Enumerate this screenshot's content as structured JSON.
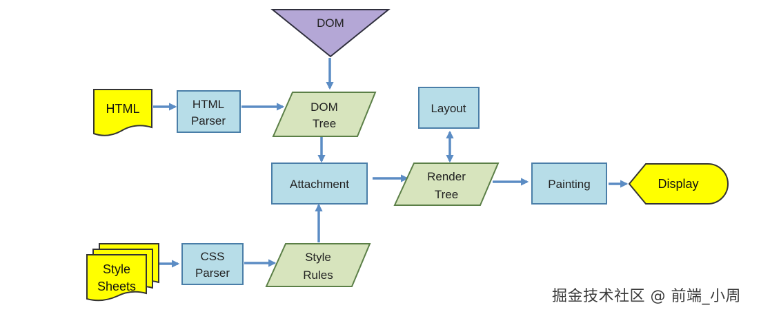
{
  "nodes": {
    "dom": {
      "label": "DOM"
    },
    "html": {
      "label": "HTML"
    },
    "html_parser": {
      "lines": [
        "HTML",
        "Parser"
      ]
    },
    "dom_tree": {
      "lines": [
        "DOM",
        "Tree"
      ]
    },
    "layout": {
      "label": "Layout"
    },
    "attachment": {
      "label": "Attachment"
    },
    "render_tree": {
      "lines": [
        "Render",
        "Tree"
      ]
    },
    "painting": {
      "label": "Painting"
    },
    "display": {
      "label": "Display"
    },
    "style_sheets": {
      "lines": [
        "Style",
        "Sheets"
      ]
    },
    "css_parser": {
      "lines": [
        "CSS",
        "Parser"
      ]
    },
    "style_rules": {
      "lines": [
        "Style",
        "Rules"
      ]
    }
  },
  "edges": [
    {
      "from": "html",
      "to": "html_parser"
    },
    {
      "from": "html_parser",
      "to": "dom_tree"
    },
    {
      "from": "dom",
      "to": "dom_tree"
    },
    {
      "from": "dom_tree",
      "to": "attachment"
    },
    {
      "from": "attachment",
      "to": "render_tree"
    },
    {
      "from": "render_tree",
      "to": "layout",
      "bidirectional": true
    },
    {
      "from": "render_tree",
      "to": "painting"
    },
    {
      "from": "painting",
      "to": "display"
    },
    {
      "from": "style_sheets",
      "to": "css_parser"
    },
    {
      "from": "css_parser",
      "to": "style_rules"
    },
    {
      "from": "style_rules",
      "to": "attachment"
    }
  ],
  "colors": {
    "process_fill": "#b7dde8",
    "process_stroke": "#4a7ea8",
    "data_fill": "#d7e4bd",
    "data_stroke": "#5b7f47",
    "document_fill": "#ffff00",
    "dom_fill": "#b4a7d6",
    "arrow": "#5b8cc4"
  },
  "watermark": "掘金技术社区 @ 前端_小周"
}
